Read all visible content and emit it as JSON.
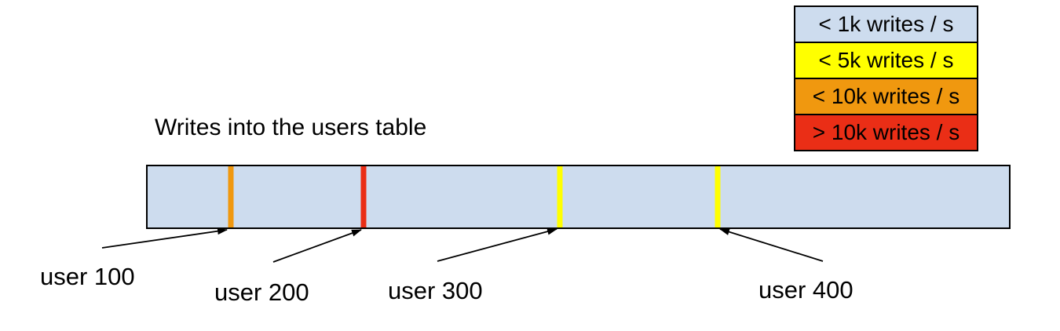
{
  "title": "Writes into the users table",
  "legend": {
    "items": [
      {
        "label": "< 1k writes / s",
        "color": "#cddcee"
      },
      {
        "label": "< 5k writes / s",
        "color": "#ffff00"
      },
      {
        "label": "< 10k writes / s",
        "color": "#f0980f"
      },
      {
        "label": "> 10k writes / s",
        "color": "#ea2e16"
      }
    ]
  },
  "bar": {
    "fill_color": "#cddcee",
    "border_color": "#000000"
  },
  "users": [
    {
      "label": "user 100",
      "write_rate": "< 10k writes / s",
      "stripe_color": "#f0980f",
      "position_pct": 9.7
    },
    {
      "label": "user 200",
      "write_rate": "> 10k writes / s",
      "stripe_color": "#ea2e16",
      "position_pct": 25.1
    },
    {
      "label": "user 300",
      "write_rate": "< 5k writes / s",
      "stripe_color": "#ffff00",
      "position_pct": 47.9
    },
    {
      "label": "user 400",
      "write_rate": "< 5k writes / s",
      "stripe_color": "#ffff00",
      "position_pct": 66.2
    }
  ]
}
